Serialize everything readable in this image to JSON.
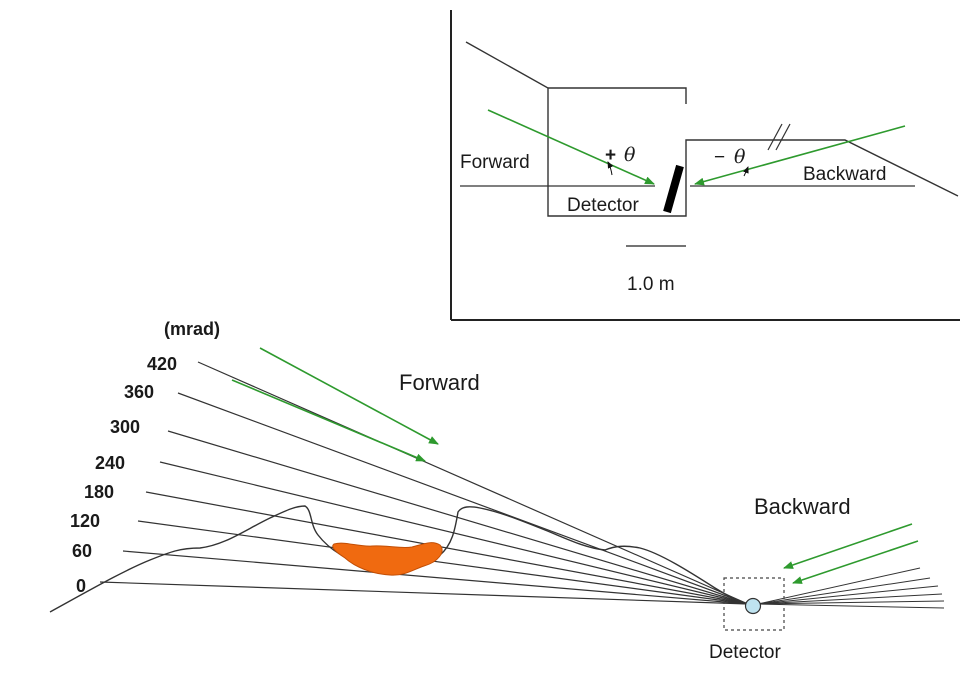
{
  "inset": {
    "forward_label": "Forward",
    "backward_label": "Backward",
    "detector_label": "Detector",
    "plus_sign": "+",
    "minus_sign": "−",
    "theta": "θ",
    "scale_label": "1.0 m"
  },
  "main": {
    "unit_label": "(mrad)",
    "angle_labels": [
      "420",
      "360",
      "300",
      "240",
      "180",
      "120",
      "60",
      "0"
    ],
    "forward_label": "Forward",
    "backward_label": "Backward",
    "detector_label": "Detector"
  },
  "colors": {
    "arrow_green": "#2e9a2e",
    "deposit_orange": "#f06a10",
    "detector_fill": "#bfe3f0",
    "line": "#333333"
  }
}
